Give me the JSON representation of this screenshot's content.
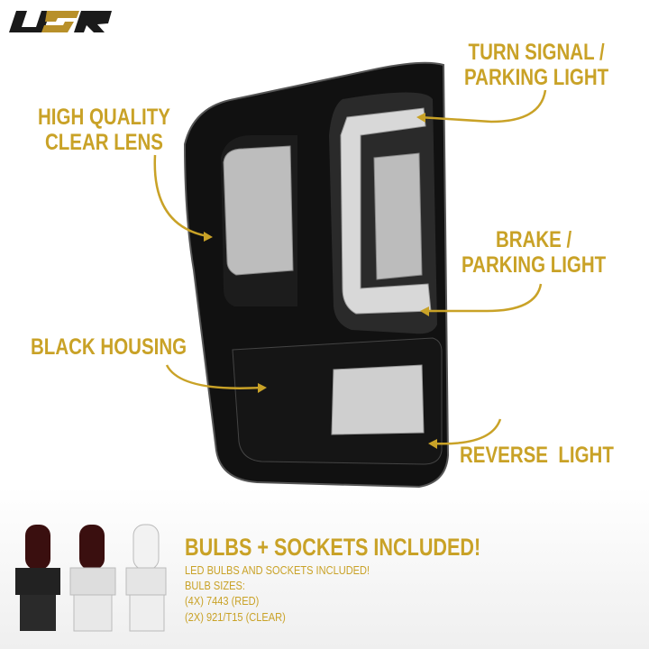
{
  "brand": {
    "logo_text": "USR",
    "colors": {
      "dark": "#1a1a1a",
      "gold": "#c9a227"
    }
  },
  "callouts": {
    "turn_signal": [
      "TURN SIGNAL /",
      "PARKING LIGHT"
    ],
    "clear_lens": [
      "HIGH QUALITY",
      "CLEAR LENS"
    ],
    "brake": [
      "BRAKE /",
      "PARKING LIGHT"
    ],
    "housing": [
      "BLACK HOUSING"
    ],
    "reverse": [
      "REVERSE  LIGHT"
    ]
  },
  "bulbs": {
    "title": "BULBS + SOCKETS INCLUDED!",
    "lines": [
      "LED BULBS AND SOCKETS INCLUDED!",
      "BULB SIZES:",
      "(4X) 7443 (RED)",
      "(2X) 921/T15 (CLEAR)"
    ]
  },
  "accent_color": "#c9a227"
}
